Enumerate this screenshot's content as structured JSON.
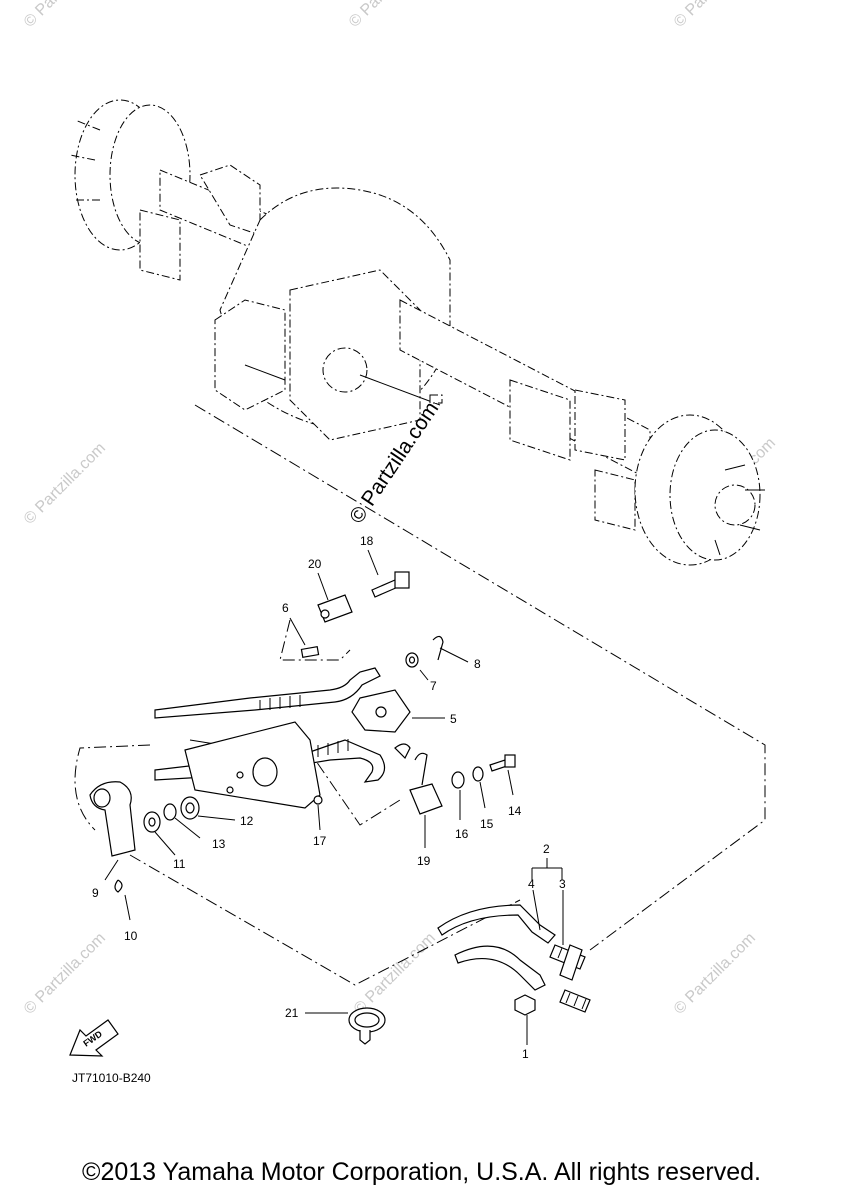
{
  "watermarks": {
    "main": "© Partzilla.com",
    "faint": "© Partzilla.com"
  },
  "callouts": [
    "1",
    "2",
    "3",
    "4",
    "5",
    "6",
    "7",
    "8",
    "9",
    "10",
    "11",
    "12",
    "13",
    "14",
    "15",
    "16",
    "17",
    "18",
    "19",
    "20",
    "21"
  ],
  "diagram_code": "JT71010-B240",
  "fwd_label": "FWD",
  "copyright": "©2013 Yamaha Motor Corporation, U.S.A. All rights reserved."
}
